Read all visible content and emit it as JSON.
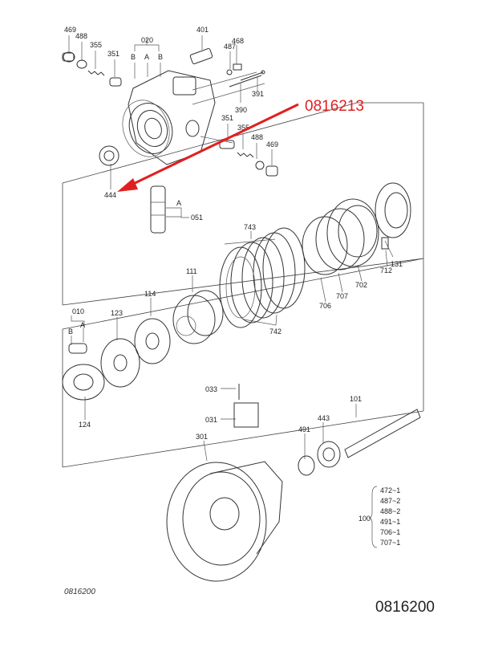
{
  "callout": {
    "text": "0816213",
    "color": "#e02020"
  },
  "part_labels": [
    "469",
    "488",
    "355",
    "351",
    "020",
    "B",
    "A",
    "B",
    "401",
    "487",
    "468",
    "391",
    "390",
    "351",
    "355",
    "488",
    "469",
    "444",
    "051",
    "A",
    "743",
    "131",
    "712",
    "702",
    "707",
    "706",
    "742",
    "111",
    "114",
    "123",
    "010",
    "B",
    "A",
    "124",
    "033",
    "031",
    "101",
    "443",
    "491",
    "301"
  ],
  "kit": {
    "label": "100",
    "items": [
      "472~1",
      "487~2",
      "488~2",
      "491~1",
      "706~1",
      "707~1"
    ]
  },
  "footer": {
    "small_code": "0816200",
    "big_code": "0816200"
  }
}
